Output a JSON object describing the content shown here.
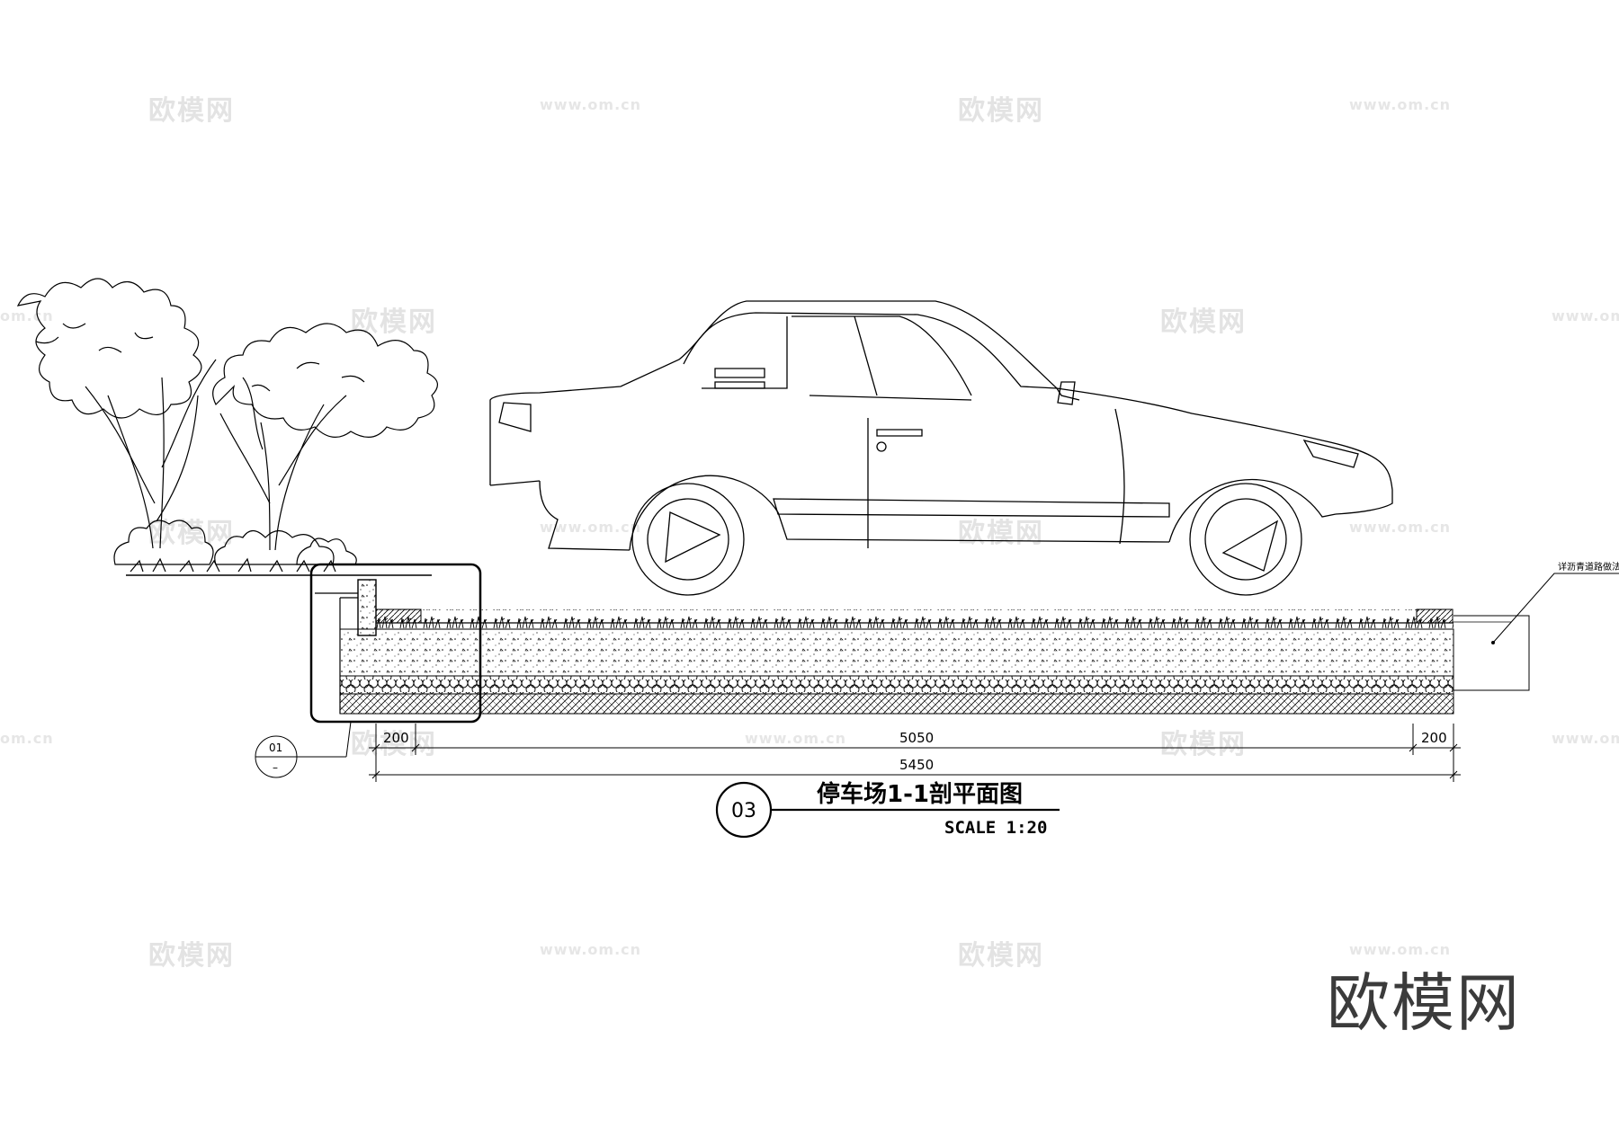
{
  "watermarks": {
    "brand": "欧模网",
    "url": "www.om.cn",
    "url_partial": "om.cn"
  },
  "logo": {
    "text": "欧模网"
  },
  "drawing": {
    "title": "停车场1-1剖平面图",
    "scale": "SCALE 1:20",
    "section_number": "03",
    "detail_ref_top": "01",
    "detail_ref_bottom": "–",
    "callout_note": "详沥青道路做法"
  },
  "dimensions": {
    "left_segment": "200",
    "middle_segment": "5050",
    "right_segment": "200",
    "total": "5450"
  },
  "colors": {
    "line": "#000000",
    "watermark": "#e3e3e3",
    "logo": "#3b3b3b"
  }
}
